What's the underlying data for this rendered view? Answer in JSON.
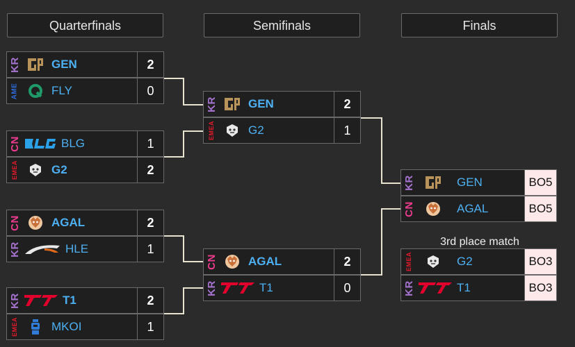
{
  "headers": {
    "quarterfinals": "Quarterfinals",
    "semifinals": "Semifinals",
    "finals": "Finals"
  },
  "third_place_label": "3rd place match",
  "qf1": {
    "t1": {
      "region": "KR",
      "name": "GEN",
      "score": "2"
    },
    "t2": {
      "region": "AME",
      "name": "FLY",
      "score": "0"
    }
  },
  "qf2": {
    "t1": {
      "region": "CN",
      "name": "BLG",
      "score": "1"
    },
    "t2": {
      "region": "EMEA",
      "name": "G2",
      "score": "2"
    }
  },
  "qf3": {
    "t1": {
      "region": "CN",
      "name": "AGAL",
      "score": "2"
    },
    "t2": {
      "region": "KR",
      "name": "HLE",
      "score": "1"
    }
  },
  "qf4": {
    "t1": {
      "region": "KR",
      "name": "T1",
      "score": "2"
    },
    "t2": {
      "region": "EMEA",
      "name": "MKOI",
      "score": "1"
    }
  },
  "sf1": {
    "t1": {
      "region": "KR",
      "name": "GEN",
      "score": "2"
    },
    "t2": {
      "region": "EMEA",
      "name": "G2",
      "score": "1"
    }
  },
  "sf2": {
    "t1": {
      "region": "CN",
      "name": "AGAL",
      "score": "2"
    },
    "t2": {
      "region": "KR",
      "name": "T1",
      "score": "0"
    }
  },
  "final": {
    "t1": {
      "region": "KR",
      "name": "GEN",
      "score": "BO5"
    },
    "t2": {
      "region": "CN",
      "name": "AGAL",
      "score": "BO5"
    }
  },
  "third": {
    "t1": {
      "region": "EMEA",
      "name": "G2",
      "score": "BO3"
    },
    "t2": {
      "region": "KR",
      "name": "T1",
      "score": "BO3"
    }
  },
  "colors": {
    "background": "#2b2b2b",
    "team_text": "#4db0f2",
    "kr": "#a573cf",
    "cn": "#ec3b8f",
    "emea": "#e01a2b",
    "ame": "#2e6ad8",
    "bo_badge": "#fde8ea"
  }
}
